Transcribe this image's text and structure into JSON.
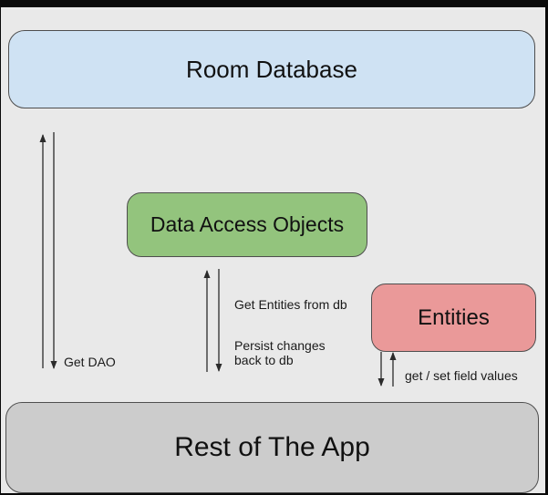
{
  "diagram": {
    "nodes": {
      "room_database": {
        "label": "Room Database",
        "fill": "#cfe2f3"
      },
      "data_access_objects": {
        "label": "Data Access Objects",
        "fill": "#93c47d"
      },
      "entities": {
        "label": "Entities",
        "fill": "#ea9999"
      },
      "rest_of_app": {
        "label": "Rest of The App",
        "fill": "#cccccc"
      }
    },
    "edges": {
      "get_dao": {
        "label": "Get DAO",
        "from": "Rest of The App",
        "to": "Room Database",
        "direction": "bidirectional"
      },
      "dao_rest": {
        "label_up": "Get Entities from db",
        "label_down": "Persist changes back to db",
        "from": "Rest of The App",
        "to": "Data Access Objects",
        "direction": "bidirectional"
      },
      "entity_fields": {
        "label": "get / set field values",
        "from": "Rest of The App",
        "to": "Entities",
        "direction": "bidirectional"
      }
    },
    "colors": {
      "canvas_bg": "#e9e9e9",
      "frame": "#0a0a0a",
      "node_border": "#4e4e4e",
      "arrow": "#2b2b2b",
      "text": "#111111"
    }
  }
}
